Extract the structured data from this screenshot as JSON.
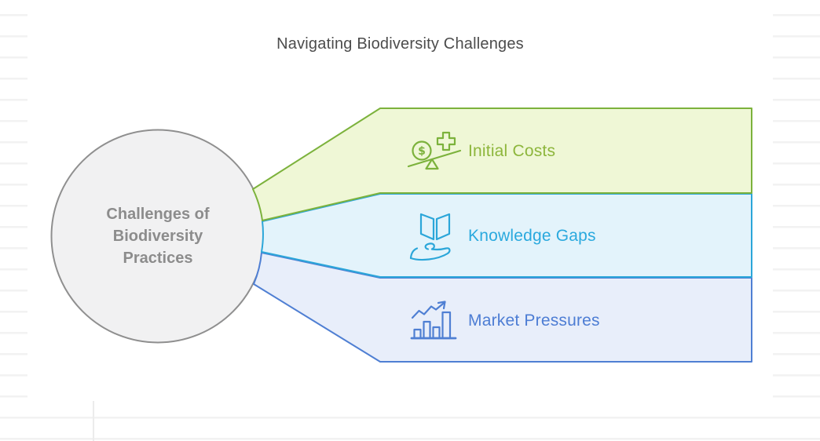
{
  "title": {
    "text": "Navigating Biodiversity Challenges",
    "color": "#4c4c4c"
  },
  "center_node": {
    "lines": [
      "Challenges of",
      "Biodiversity",
      "Practices"
    ],
    "fill": "#f1f1f2",
    "stroke": "#8f8f8f",
    "text_color": "#8c8c8c"
  },
  "branches": [
    {
      "label": "Initial Costs",
      "icon": "balance-scale-icon",
      "glyph": "$",
      "stroke": "#7cb23c",
      "fill": "#eff7d6",
      "text_color": "#8db63c"
    },
    {
      "label": "Knowledge Gaps",
      "icon": "open-book-hand-icon",
      "stroke": "#2ba6d9",
      "fill": "#e3f3fb",
      "text_color": "#2aa9de"
    },
    {
      "label": "Market Pressures",
      "icon": "bar-chart-growth-icon",
      "stroke": "#4f7fd3",
      "fill": "#e8eefa",
      "text_color": "#4d7dd4"
    }
  ]
}
